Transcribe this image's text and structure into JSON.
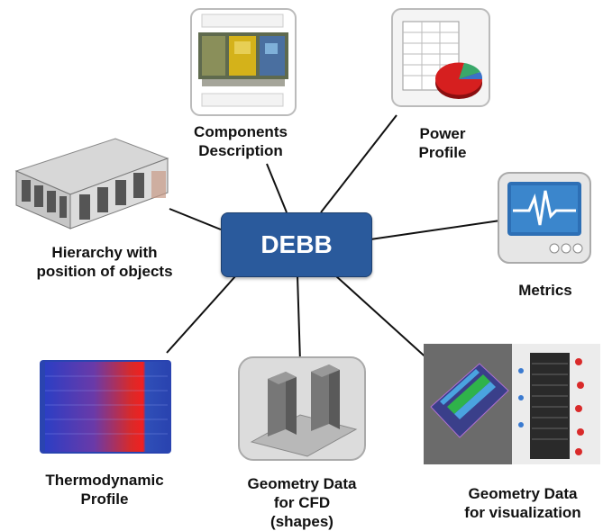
{
  "center": {
    "label": "DEBB"
  },
  "nodes": {
    "components": {
      "line1": "Components",
      "line2": "Description",
      "icon": "motherboard-icon"
    },
    "power": {
      "line1": "Power",
      "line2": "Profile",
      "icon": "spreadsheet-pie-icon"
    },
    "metrics": {
      "line1": "Metrics",
      "icon": "monitor-heartbeat-icon"
    },
    "hierarchy": {
      "line1": "Hierarchy with",
      "line2": "position of objects",
      "icon": "server-room-icon"
    },
    "thermo": {
      "line1": "Thermodynamic",
      "line2": "Profile",
      "icon": "heatmap-icon"
    },
    "cfd": {
      "line1": "Geometry Data",
      "line2": "for CFD",
      "line3": "(shapes)",
      "icon": "cfd-shapes-icon"
    },
    "vis": {
      "line1": "Geometry Data",
      "line2": "for visualization",
      "icon": "rack-visualization-icon"
    }
  },
  "colors": {
    "center_fill": "#2a5a9c",
    "line": "#111111"
  }
}
